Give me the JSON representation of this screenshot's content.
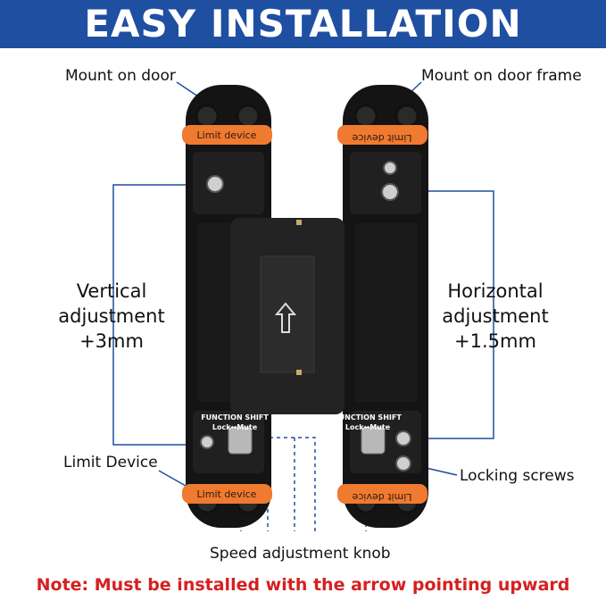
{
  "banner": {
    "title": "EASY INSTALLATION"
  },
  "labels": {
    "mount_door": "Mount on door",
    "mount_frame": "Mount on door frame",
    "vertical_line1": "Vertical",
    "vertical_line2": "adjustment",
    "vertical_line3": "+3mm",
    "horizontal_line1": "Horizontal",
    "horizontal_line2": "adjustment",
    "horizontal_line3": "+1.5mm",
    "limit_device": "Limit Device",
    "locking_screws": "Locking screws",
    "speed_knob": "Speed adjustment knob"
  },
  "hinge": {
    "limit_device_tag": "Limit device",
    "function_shift": "FUNCTION SHIFT",
    "lock_mute": "Lock↔Mute"
  },
  "note": "Note: Must be installed with the arrow pointing upward",
  "colors": {
    "banner": "#1f4fa0",
    "orange": "#f07a30",
    "note_red": "#d62020",
    "leader_blue": "#1f4fa0"
  }
}
